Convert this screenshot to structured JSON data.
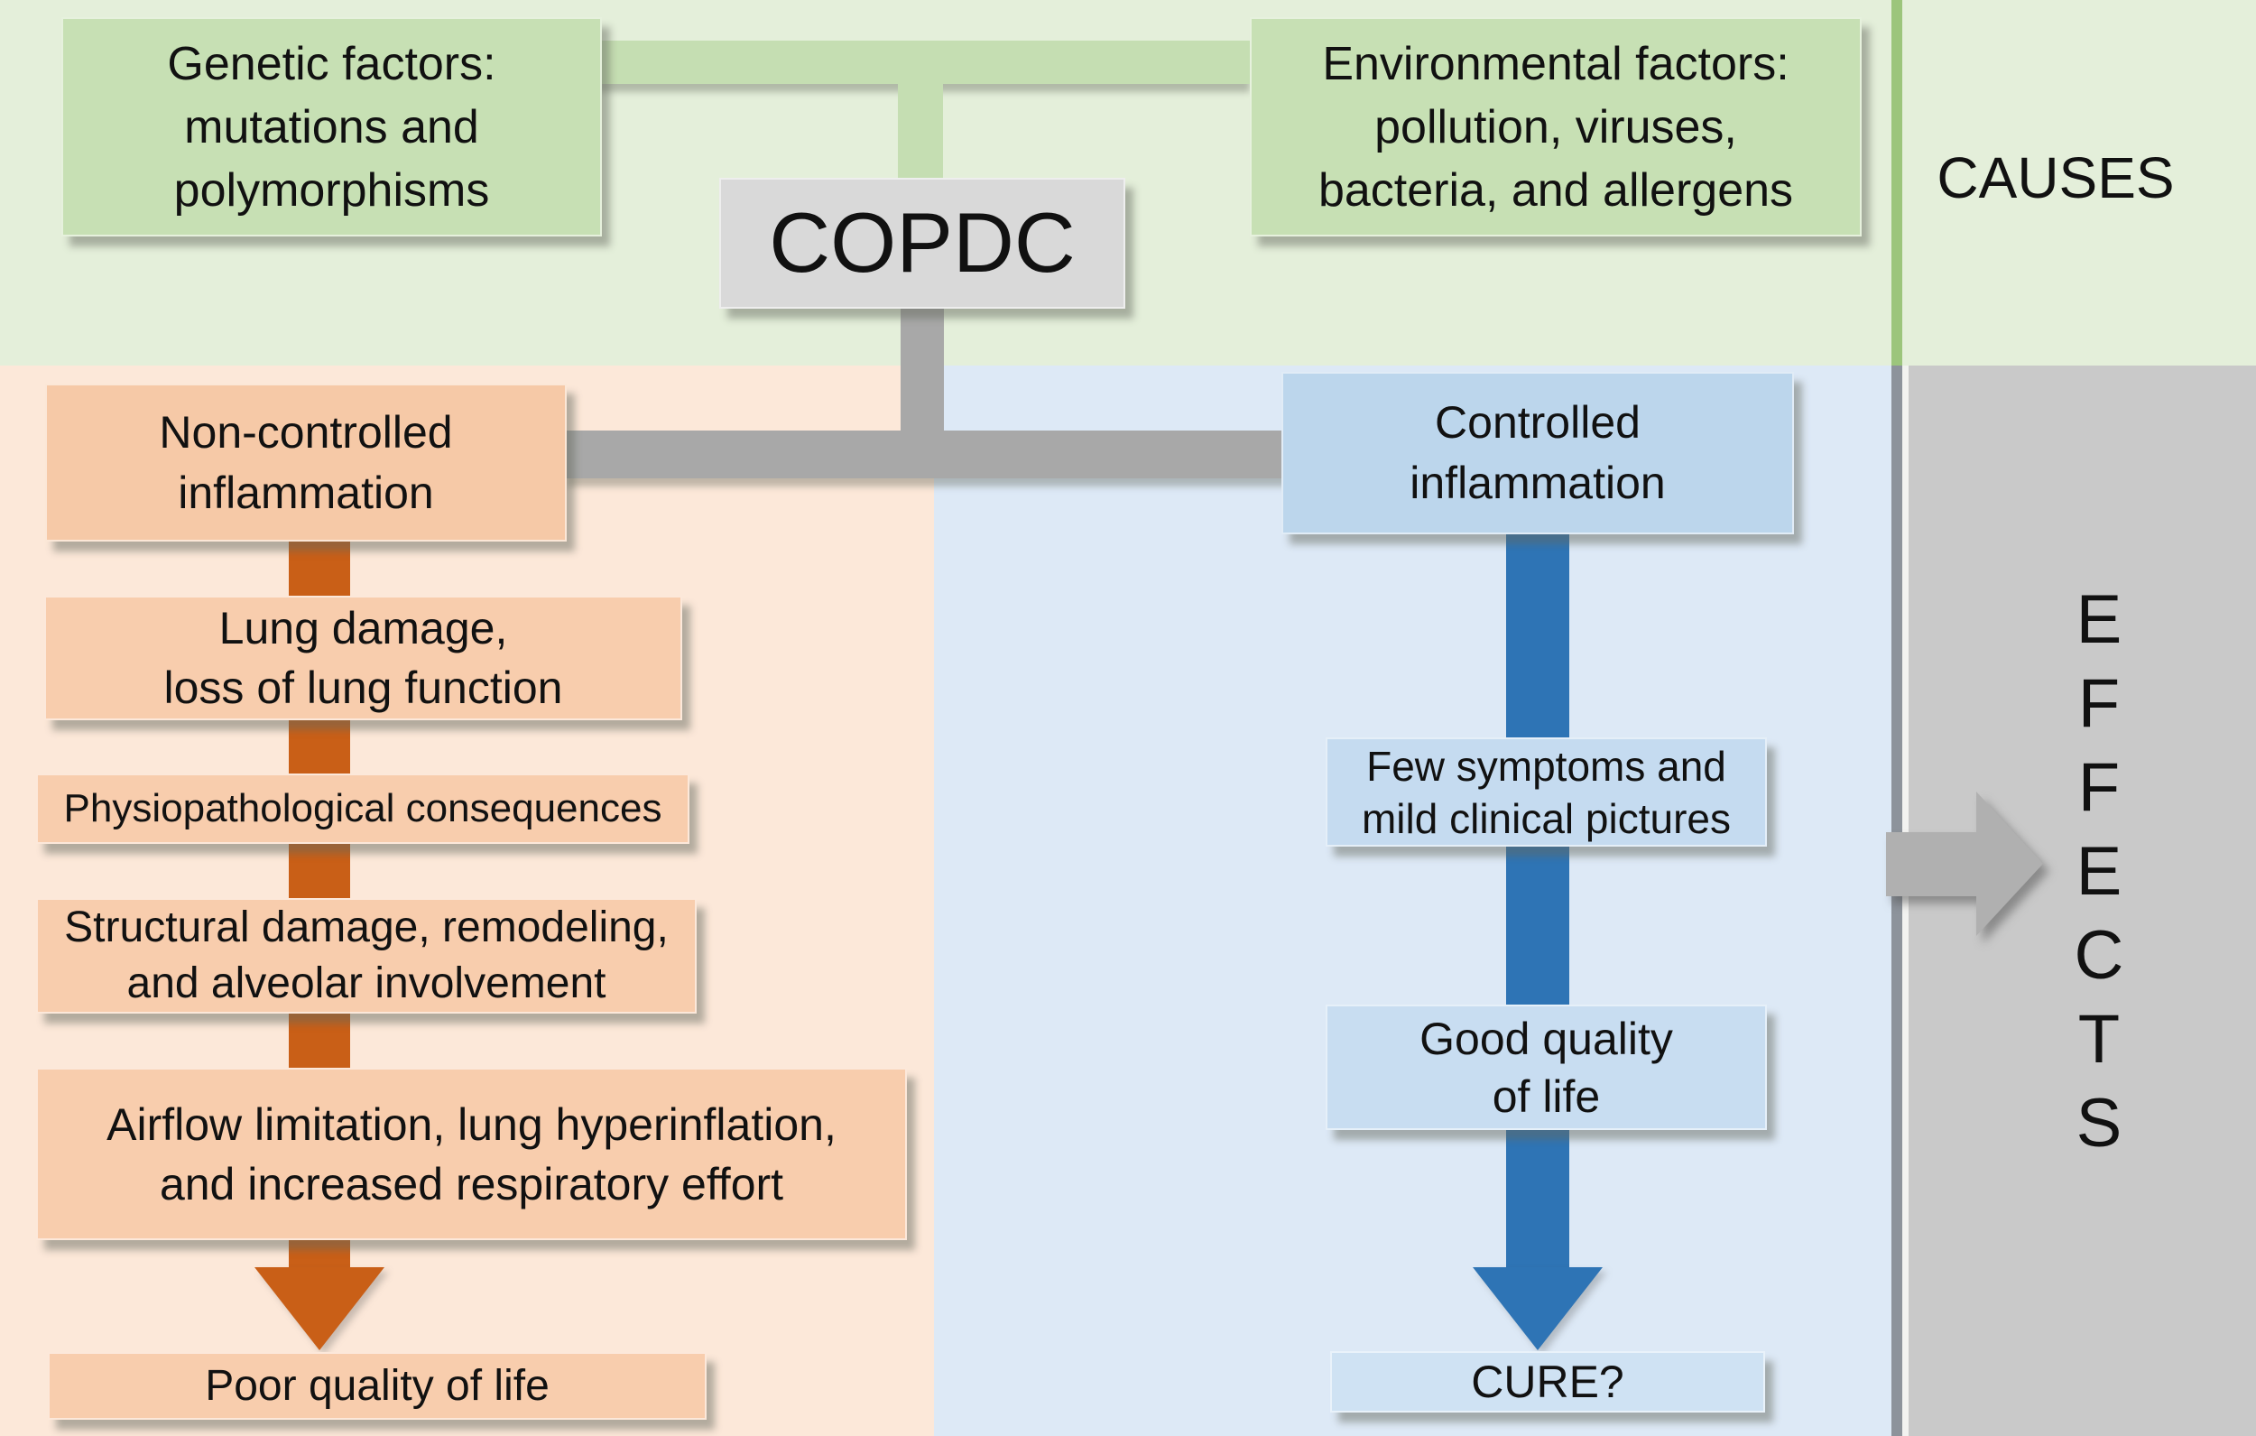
{
  "title": "COPDC causes and effects flow diagram",
  "palette": {
    "bg_green": "#e4efda",
    "bg_peach": "#fce8d9",
    "bg_blue": "#dde9f6",
    "panel_gray": "#c9c9c9",
    "box_green": "#c7e0b4",
    "box_gray": "#d9d9d9",
    "box_peach": "#f8cdad",
    "box_blue": "#bcd6ec",
    "arrow_orange": "#c95f17",
    "arrow_blue": "#2e74b5",
    "connector_gray": "#a8a8a8",
    "connector_green": "#c5deb2",
    "effects_arrow_gray": "#b0b0b0",
    "divider_green": "#9cc57c",
    "divider_gray": "#8d939b"
  },
  "causes_section": {
    "genetic_box": "Genetic factors:\nmutations and\npolymorphisms",
    "environmental_box": "Environmental factors:\npollution, viruses,\nbacteria, and allergens",
    "copdc_box": "COPDC",
    "label": "CAUSES"
  },
  "effects_section": {
    "label": "EFFECTS",
    "letters": [
      "E",
      "F",
      "F",
      "E",
      "C",
      "T",
      "S"
    ]
  },
  "non_controlled_path": {
    "title_box": "Non-controlled\ninflammation",
    "steps": [
      {
        "text": "Lung damage,\nloss of lung function"
      },
      {
        "text": "Physiopathological consequences"
      },
      {
        "text": "Structural damage, remodeling,\nand alveolar involvement"
      },
      {
        "text": "Airflow limitation, lung hyperinflation,\nand increased respiratory effort"
      },
      {
        "text": "Poor quality of life"
      }
    ]
  },
  "controlled_path": {
    "title_box": "Controlled\ninflammation",
    "steps": [
      {
        "text": "Few symptoms and\nmild clinical pictures"
      },
      {
        "text": "Good quality\nof life"
      },
      {
        "text": "CURE?"
      }
    ]
  }
}
